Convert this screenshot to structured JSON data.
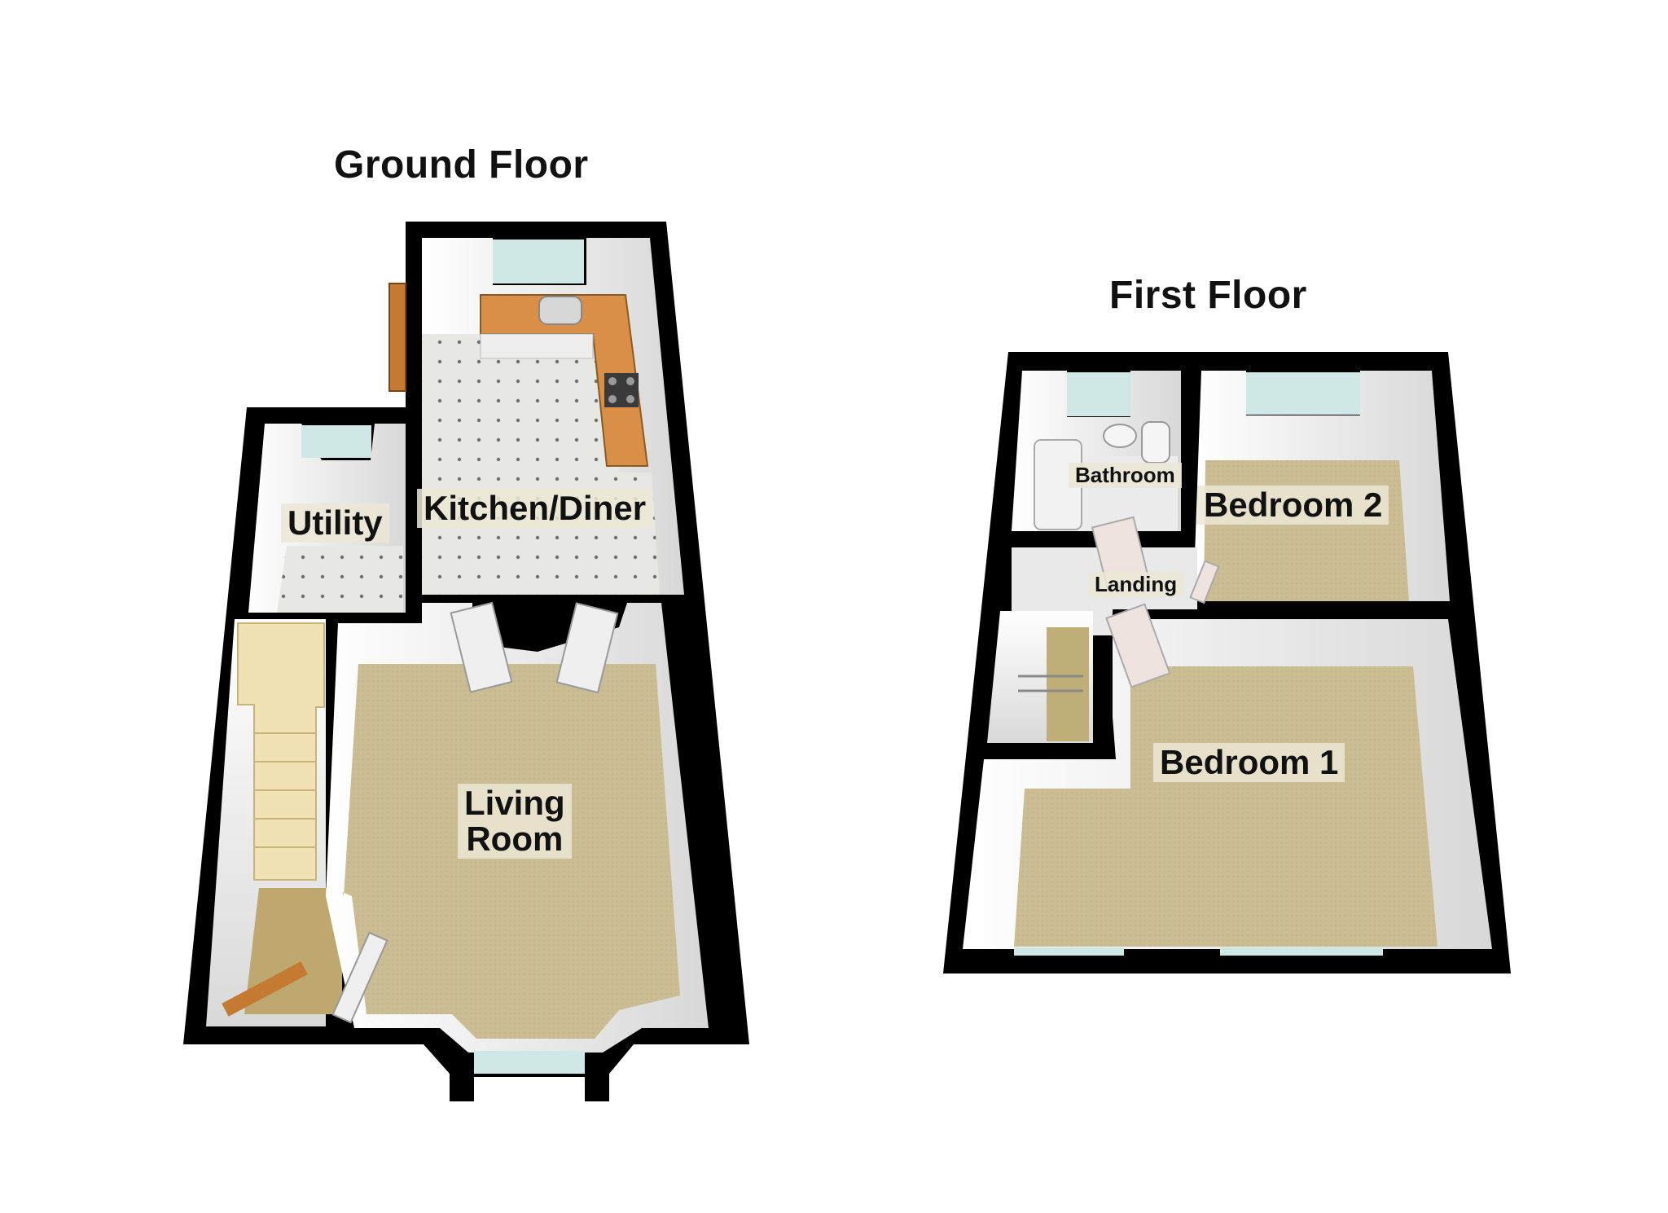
{
  "floors": {
    "ground": {
      "title": "Ground Floor",
      "rooms": {
        "utility": "Utility",
        "kitchen_diner": "Kitchen/Diner",
        "living_room": "Living\nRoom"
      }
    },
    "first": {
      "title": "First Floor",
      "rooms": {
        "bathroom": "Bathroom",
        "bedroom_2": "Bedroom 2",
        "landing": "Landing",
        "bedroom_1": "Bedroom 1"
      }
    }
  },
  "colors": {
    "wall": "#000000",
    "carpet": "#c9bb91",
    "tile": "#e4e4e0",
    "window": "#cfe8e6",
    "worktop": "#d9914a",
    "stairs": "#f0e2b4"
  }
}
